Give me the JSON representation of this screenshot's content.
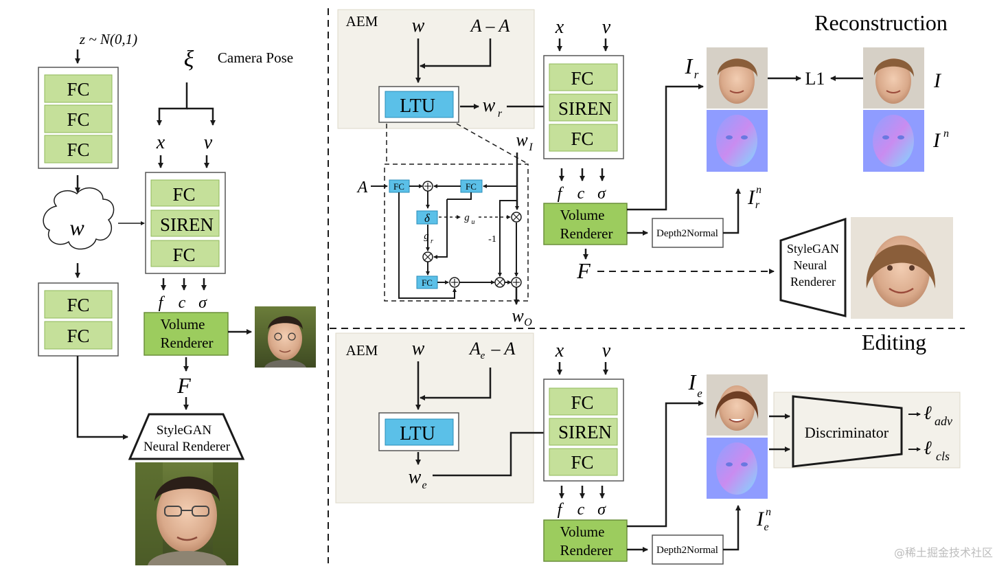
{
  "colors": {
    "green": "#c5e09a",
    "green_dark": "#9ccc5e",
    "blue": "#5bc0e8",
    "aem_bg": "#f3f1ea",
    "stroke": "#1a1a1a"
  },
  "left": {
    "noise": "z ~ N(0,1)",
    "mapping_fc": [
      "FC",
      "FC",
      "FC"
    ],
    "camera_symbol": "ξ",
    "camera_label": "Camera Pose",
    "x": "x",
    "v": "v",
    "w": "w",
    "nerf": [
      "FC",
      "SIREN",
      "FC"
    ],
    "out_f": "f",
    "out_c": "c",
    "out_sigma": "σ",
    "volume_renderer": "Volume Renderer",
    "F": "F",
    "head_fc": [
      "FC",
      "FC"
    ],
    "stylegan": "StyleGAN Neural Renderer"
  },
  "recon": {
    "title": "Reconstruction",
    "aem": "AEM",
    "w": "w",
    "diff": "A – A",
    "ltu": "LTU",
    "w_r": "w",
    "w_r_sub": "r",
    "x": "x",
    "v": "v",
    "nerf": [
      "FC",
      "SIREN",
      "FC"
    ],
    "out_f": "f",
    "out_c": "c",
    "out_sigma": "σ",
    "volume_renderer": "Volume Renderer",
    "depth2normal": "Depth2Normal",
    "F": "F",
    "I_r": "I",
    "I_r_sub": "r",
    "I_r_n": "I",
    "I_r_n_sub": "r",
    "I_r_n_sup": "n",
    "L1": "L1",
    "I": "I",
    "I_n": "I",
    "I_n_sup": "n",
    "stylegan": "StyleGAN Neural Renderer",
    "ltu_detail": {
      "A": "A",
      "w_I": "w",
      "w_I_sub": "I",
      "w_O": "w",
      "w_O_sub": "O",
      "fc": "FC",
      "delta": "δ",
      "g_u": "g",
      "g_u_sub": "u",
      "g_r": "g",
      "g_r_sub": "r",
      "minus_one": "-1"
    }
  },
  "edit": {
    "title": "Editing",
    "aem": "AEM",
    "w": "w",
    "diff_a": "A",
    "diff_a_sub": "e",
    "diff_b": "– A",
    "ltu": "LTU",
    "w_e": "w",
    "w_e_sub": "e",
    "x": "x",
    "v": "v",
    "nerf": [
      "FC",
      "SIREN",
      "FC"
    ],
    "out_f": "f",
    "out_c": "c",
    "out_sigma": "σ",
    "volume_renderer": "Volume Renderer",
    "depth2normal": "Depth2Normal",
    "I_e": "I",
    "I_e_sub": "e",
    "I_e_n": "I",
    "I_e_n_sub": "e",
    "I_e_n_sup": "n",
    "discriminator": "Discriminator",
    "l_adv": "ℓ",
    "l_adv_sub": "adv",
    "l_cls": "ℓ",
    "l_cls_sub": "cls"
  },
  "watermark": "@稀土掘金技术社区"
}
